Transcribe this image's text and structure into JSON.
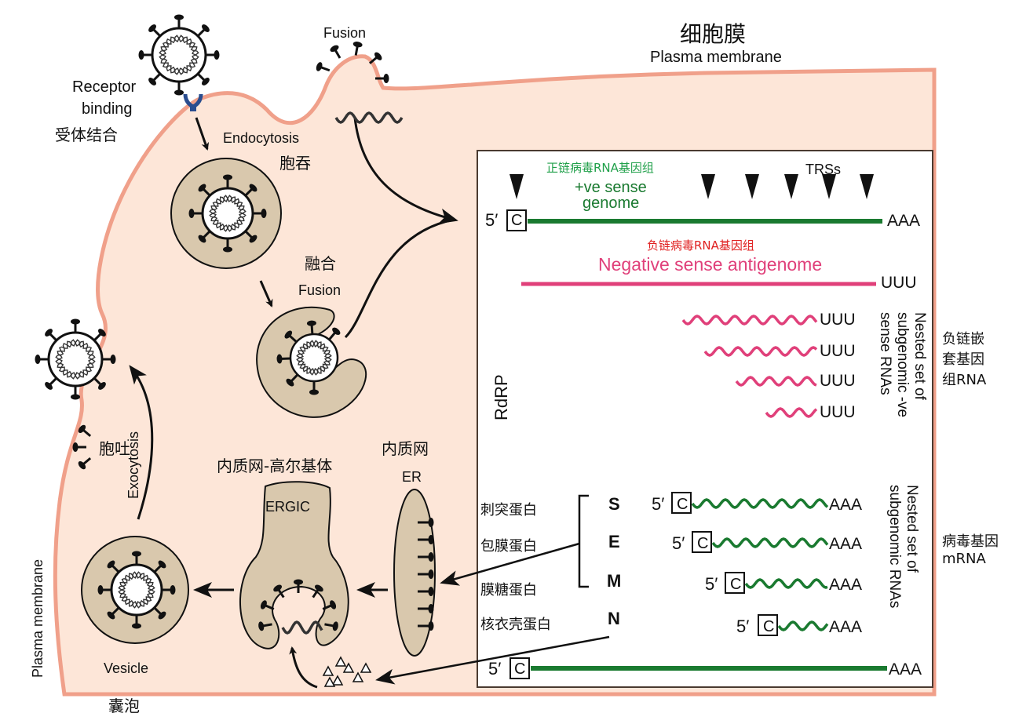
{
  "membrane": {
    "title_zh": "细胞膜",
    "title_en": "Plasma membrane",
    "side_label": "Plasma membrane"
  },
  "steps": {
    "fusion_top": "Fusion",
    "receptor_en_1": "Receptor",
    "receptor_en_2": "binding",
    "receptor_zh": "受体结合",
    "endocytosis_en": "Endocytosis",
    "endocytosis_zh": "胞吞",
    "fusion_zh": "融合",
    "fusion_en": "Fusion",
    "exocytosis_zh": "胞吐",
    "exocytosis_en": "Exocytosis",
    "ergic_zh": "内质网-高尔基体",
    "ergic_en": "ERGIC",
    "er_zh": "内质网",
    "er_en": "ER",
    "vesicle_en": "Vesicle",
    "vesicle_zh": "囊泡"
  },
  "genome_box": {
    "rdrp": "RdRP",
    "plus_zh": "正链病毒RNA基因组",
    "plus_en_1": "+ve sense",
    "plus_en_2": "genome",
    "trss": "TRSs",
    "minus_zh": "负链病毒RNA基因组",
    "minus_en": "Negative sense antigenome",
    "five_prime": "5′",
    "cap": "C",
    "poly_a": "AAA",
    "poly_u": "UUU",
    "nested_neg_en": "Nested set of subgenomic -ve sense RNAs",
    "nested_pos_en": "Nested set of subgenomic RNAs"
  },
  "side_labels": {
    "neg_zh_1": "负链嵌",
    "neg_zh_2": "套基因",
    "neg_zh_3": "组RNA",
    "mrna_zh_1": "病毒基因",
    "mrna_zh_2": "mRNA"
  },
  "proteins": [
    {
      "letter": "S",
      "zh": "刺突蛋白"
    },
    {
      "letter": "E",
      "zh": "包膜蛋白"
    },
    {
      "letter": "M",
      "zh": "膜糖蛋白"
    },
    {
      "letter": "N",
      "zh": "核衣壳蛋白"
    }
  ],
  "colors": {
    "cytoplasm": "#fde6d8",
    "membrane": "#f0a08a",
    "organelle": "#d9c8ad",
    "positive_rna": "#1a7a30",
    "negative_rna": "#e0407a",
    "plus_label": "#20a04a",
    "minus_label": "#e02020",
    "receptor": "#2a4d8f"
  }
}
